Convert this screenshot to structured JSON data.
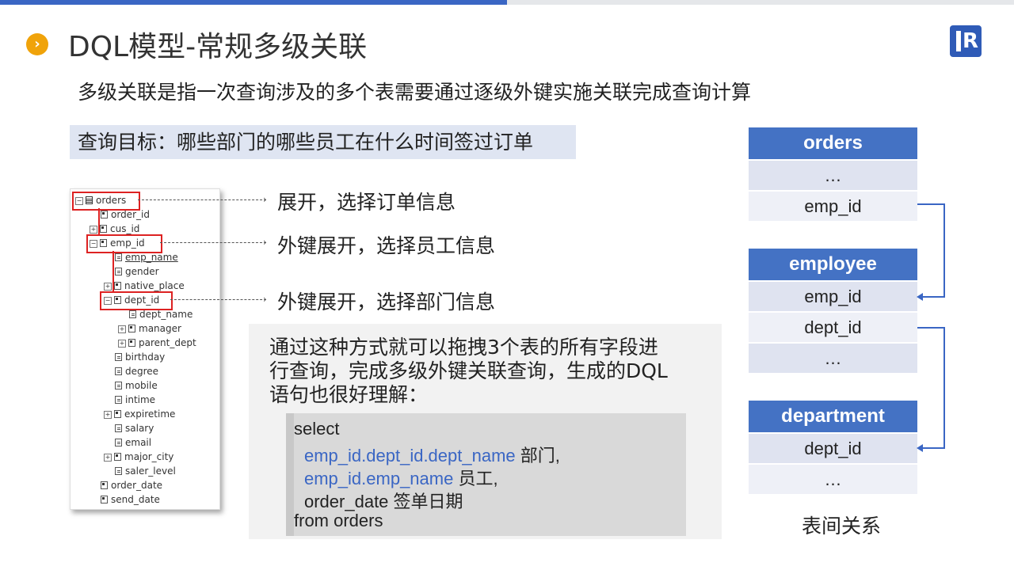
{
  "title": "DQL模型-常规多级关联",
  "subtitle": "多级关联是指一次查询涉及的多个表需要通过逐级外键实施关联完成查询计算",
  "goal": "查询目标：哪些部门的哪些员工在什么时间签过订单",
  "tree": {
    "orders": "orders",
    "order_id": "order_id",
    "cus_id": "cus_id",
    "emp_id": "emp_id",
    "emp_name": "emp_name",
    "gender": "gender",
    "native_place": "native_place",
    "dept_id": "dept_id",
    "dept_name": "dept_name",
    "manager": "manager",
    "parent_dept": "parent_dept",
    "birthday": "birthday",
    "degree": "degree",
    "mobile": "mobile",
    "intime": "intime",
    "expiretime": "expiretime",
    "salary": "salary",
    "email": "email",
    "major_city": "major_city",
    "saler_level": "saler_level",
    "order_date": "order_date",
    "send_date": "send_date"
  },
  "callouts": {
    "c1": "展开，选择订单信息",
    "c2": "外键展开，选择员工信息",
    "c3": "外键展开，选择部门信息"
  },
  "panel": {
    "line1": "通过这种方式就可以拖拽3个表的所有字段进",
    "line2": "行查询，完成多级外键关联查询，生成的DQL",
    "line3": "语句也很好理解："
  },
  "code": {
    "l1": "select",
    "l2_field": "emp_id.dept_id.dept_name",
    "l2_alias": " 部门,",
    "l3_field": "emp_id.emp_name",
    "l3_alias": " 员工,",
    "l4": "order_date 签单日期",
    "l5": "from orders"
  },
  "relations": {
    "orders_head": "orders",
    "orders_r1": "…",
    "orders_r2": "emp_id",
    "employee_head": "employee",
    "employee_r1": "emp_id",
    "employee_r2": "dept_id",
    "employee_r3": "…",
    "department_head": "department",
    "department_r1": "dept_id",
    "department_r2": "…",
    "caption": "表间关系"
  },
  "colors": {
    "accent": "#3a66c4",
    "bullet": "#f0a30a",
    "header_cell": "#4472c4",
    "highlight": "#d22222"
  }
}
